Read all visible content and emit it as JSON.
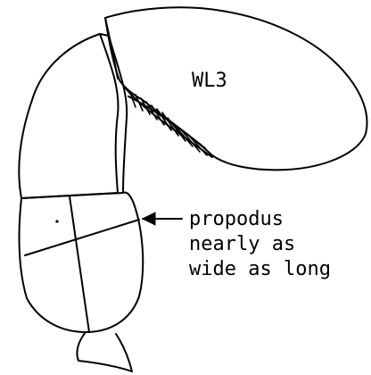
{
  "figure": {
    "segment_label": "WL3",
    "annotation_lines": [
      "propodus",
      "nearly as",
      "wide as long"
    ]
  }
}
